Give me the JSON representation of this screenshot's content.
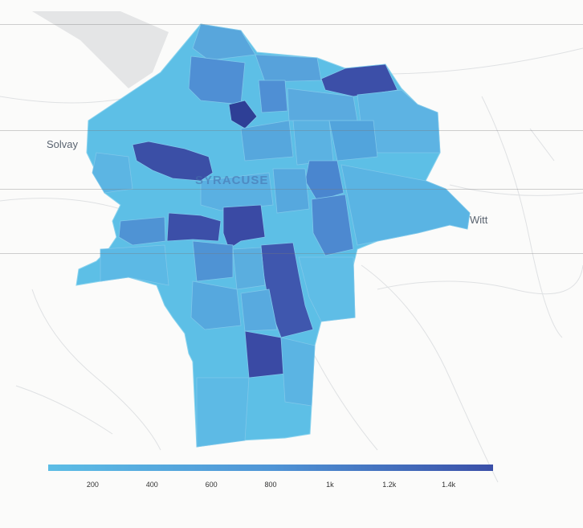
{
  "map": {
    "city_label": "SYRACUSE",
    "places": [
      {
        "id": "solvay",
        "label": "Solvay"
      },
      {
        "id": "witt",
        "label": "Witt"
      }
    ],
    "colors": {
      "low": "#5cbde5",
      "mid": "#4f95d6",
      "high": "#3a4fa8",
      "background": "#fbfbfa",
      "water": "#e2e3e4",
      "roads": "#d8dadc"
    }
  },
  "legend": {
    "min": 50,
    "max": 1550,
    "ticks": [
      "200",
      "400",
      "600",
      "800",
      "1k",
      "1.2k",
      "1.4k"
    ],
    "tick_values": [
      200,
      400,
      600,
      800,
      1000,
      1200,
      1400
    ]
  }
}
